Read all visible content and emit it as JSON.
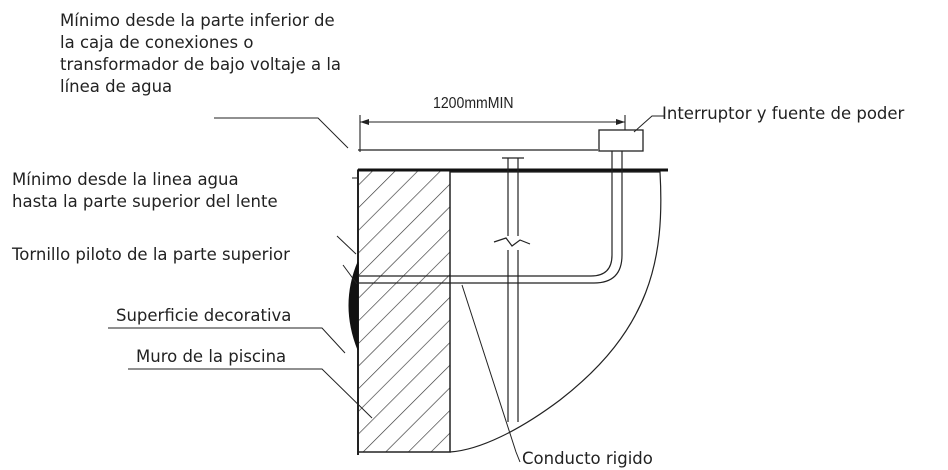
{
  "labels": {
    "min_junction_box": [
      "Mínimo desde la parte inferior de",
      "la caja de conexiones o",
      "transformador de bajo voltaje a la",
      "línea de agua"
    ],
    "min_lens": [
      "Mínimo desde la linea agua",
      "hasta la parte superior del lente"
    ],
    "pilot_screw": "Tornillo piloto de la parte superior",
    "decorative_surface": "Superficie decorativa",
    "pool_wall": "Muro de la piscina",
    "switch_power": "Interruptor y fuente de poder",
    "rigid_conduit": "Conducto rigido",
    "dimension": "1200mmMIN"
  },
  "colors": {
    "line": "#222222",
    "text": "#222222",
    "background": "#ffffff"
  }
}
